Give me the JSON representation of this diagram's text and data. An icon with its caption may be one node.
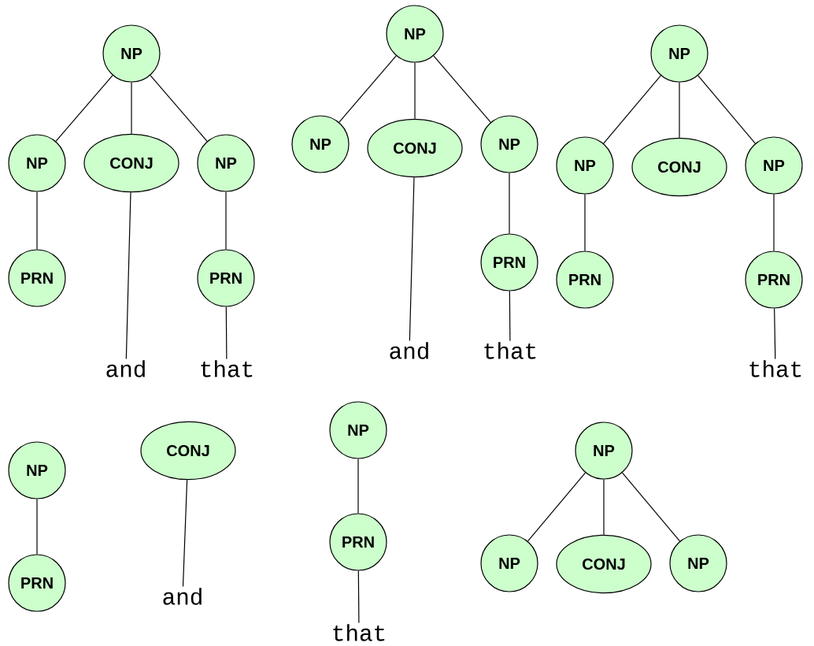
{
  "diagram": {
    "nodes": [
      {
        "text": [
          "NP"
        ]
      },
      {
        "text": [
          "NP"
        ]
      },
      {
        "text": [
          "CONJ"
        ]
      },
      {
        "text": [
          "NP"
        ]
      },
      {
        "text": [
          "PRN"
        ]
      },
      {
        "text": [
          "PRN"
        ]
      },
      {
        "text": [
          "and"
        ]
      },
      {
        "text": [
          "that"
        ]
      },
      {
        "text": [
          "NP"
        ]
      },
      {
        "text": [
          "NP"
        ]
      },
      {
        "text": [
          "CONJ"
        ]
      },
      {
        "text": [
          "NP"
        ]
      },
      {
        "text": [
          "PRN"
        ]
      },
      {
        "text": [
          "and"
        ]
      },
      {
        "text": [
          "that"
        ]
      },
      {
        "text": [
          "NP"
        ]
      },
      {
        "text": [
          "NP"
        ]
      },
      {
        "text": [
          "CONJ"
        ]
      },
      {
        "text": [
          "NP"
        ]
      },
      {
        "text": [
          "PRN"
        ]
      },
      {
        "text": [
          "PRN"
        ]
      },
      {
        "text": [
          "that"
        ]
      },
      {
        "text": [
          "NP"
        ]
      },
      {
        "text": [
          "PRN"
        ]
      },
      {
        "text": [
          "CONJ"
        ]
      },
      {
        "text": [
          "and"
        ]
      },
      {
        "text": [
          "NP"
        ]
      },
      {
        "text": [
          "PRN"
        ]
      },
      {
        "text": [
          "that"
        ]
      },
      {
        "text": [
          "NP"
        ]
      },
      {
        "text": [
          "NP"
        ]
      },
      {
        "text": [
          "CONJ"
        ]
      },
      {
        "text": [
          "NP"
        ]
      }
    ],
    "edges": [
      {
        "from": 0,
        "to": 1,
        "arrow": "none"
      },
      {
        "from": 0,
        "to": 2,
        "arrow": "none"
      },
      {
        "from": 0,
        "to": 3,
        "arrow": "none"
      },
      {
        "from": 1,
        "to": 4,
        "arrow": "none"
      },
      {
        "from": 3,
        "to": 5,
        "arrow": "none"
      },
      {
        "from": 2,
        "to": 6,
        "arrow": "none"
      },
      {
        "from": 5,
        "to": 7,
        "arrow": "none"
      },
      {
        "from": 8,
        "to": 9,
        "arrow": "none"
      },
      {
        "from": 8,
        "to": 10,
        "arrow": "none"
      },
      {
        "from": 8,
        "to": 11,
        "arrow": "none"
      },
      {
        "from": 10,
        "to": 13,
        "arrow": "none"
      },
      {
        "from": 11,
        "to": 12,
        "arrow": "none"
      },
      {
        "from": 12,
        "to": 14,
        "arrow": "none"
      },
      {
        "from": 15,
        "to": 16,
        "arrow": "none"
      },
      {
        "from": 15,
        "to": 17,
        "arrow": "none"
      },
      {
        "from": 15,
        "to": 18,
        "arrow": "none"
      },
      {
        "from": 16,
        "to": 19,
        "arrow": "none"
      },
      {
        "from": 18,
        "to": 20,
        "arrow": "none"
      },
      {
        "from": 20,
        "to": 21,
        "arrow": "none"
      },
      {
        "from": 22,
        "to": 23,
        "arrow": "none"
      },
      {
        "from": 24,
        "to": 25,
        "arrow": "none"
      },
      {
        "from": 26,
        "to": 27,
        "arrow": "none"
      },
      {
        "from": 27,
        "to": 28,
        "arrow": "none"
      },
      {
        "from": 29,
        "to": 30,
        "arrow": "none"
      },
      {
        "from": 29,
        "to": 31,
        "arrow": "none"
      },
      {
        "from": 29,
        "to": 32,
        "arrow": "none"
      }
    ]
  }
}
